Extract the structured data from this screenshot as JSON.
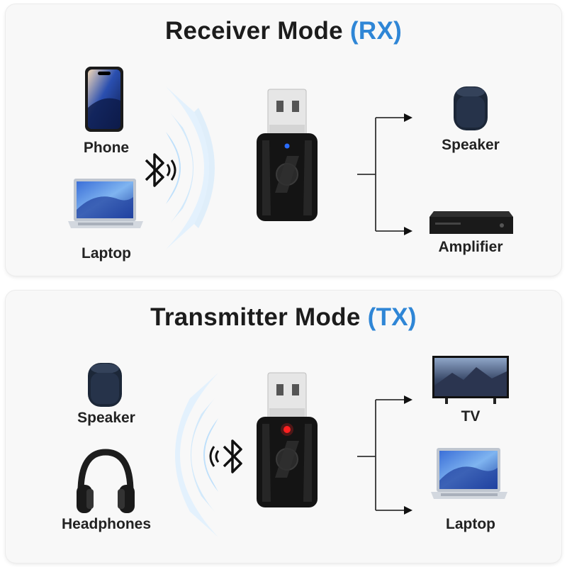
{
  "colors": {
    "accent": "#2f86d6",
    "text": "#1c1c1c",
    "panel": "#f8f8f8",
    "rx_led": "#2a6cff",
    "tx_led": "#ff2020"
  },
  "receiver": {
    "title_main": "Receiver Mode",
    "title_accent": "(RX)",
    "left_devices": [
      {
        "label": "Phone",
        "icon": "phone-icon"
      },
      {
        "label": "Laptop",
        "icon": "laptop-icon"
      }
    ],
    "right_devices": [
      {
        "label": "Speaker",
        "icon": "speaker-icon"
      },
      {
        "label": "Amplifier",
        "icon": "amplifier-icon"
      }
    ],
    "led": "blue"
  },
  "transmitter": {
    "title_main": "Transmitter Mode",
    "title_accent": "(TX)",
    "left_devices": [
      {
        "label": "Speaker",
        "icon": "speaker-icon"
      },
      {
        "label": "Headphones",
        "icon": "headphones-icon"
      }
    ],
    "right_devices": [
      {
        "label": "TV",
        "icon": "tv-icon"
      },
      {
        "label": "Laptop",
        "icon": "laptop-icon"
      }
    ],
    "led": "red"
  }
}
